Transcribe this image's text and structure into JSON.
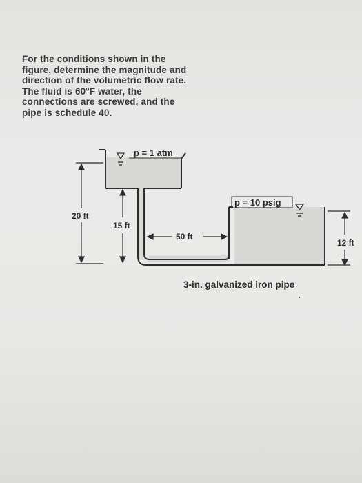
{
  "problem": {
    "lines": [
      "For the conditions shown in the",
      "figure, determine the magnitude and",
      "direction of the volumetric flow rate.",
      "The fluid is 60°F water, the",
      "connections are screwed, and the",
      "pipe is schedule 40."
    ]
  },
  "figure": {
    "left_pressure_label": "p = 1 atm",
    "right_pressure_label": "p = 10 psig",
    "dim_20": "20 ft",
    "dim_15": "15 ft",
    "dim_50": "50 ft",
    "dim_12": "12 ft",
    "caption": "3-in. galvanized iron pipe"
  },
  "colors": {
    "water": "#d6d6d3",
    "lines": "#2e2e2e",
    "text": "#3a3a3a"
  }
}
